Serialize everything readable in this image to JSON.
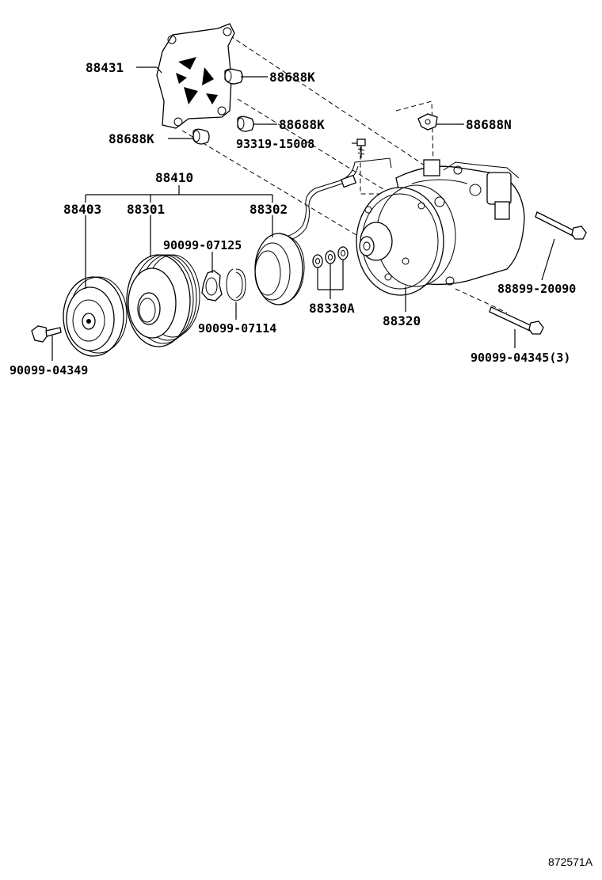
{
  "labels": {
    "p88431": "88431",
    "p88688K_a": "88688K",
    "p88688K_b": "88688K",
    "p88688K_c": "88688K",
    "p88688N": "88688N",
    "p93319": "93319-15008",
    "p88410": "88410",
    "p88403": "88403",
    "p88301": "88301",
    "p88302": "88302",
    "p90099_07125": "90099-07125",
    "p90099_07114": "90099-07114",
    "p88330A": "88330A",
    "p88320": "88320",
    "p88899": "88899-20090",
    "p90099_04345": "90099-04345(3)",
    "p90099_04349": "90099-04349"
  },
  "figure_ref": "872571A"
}
